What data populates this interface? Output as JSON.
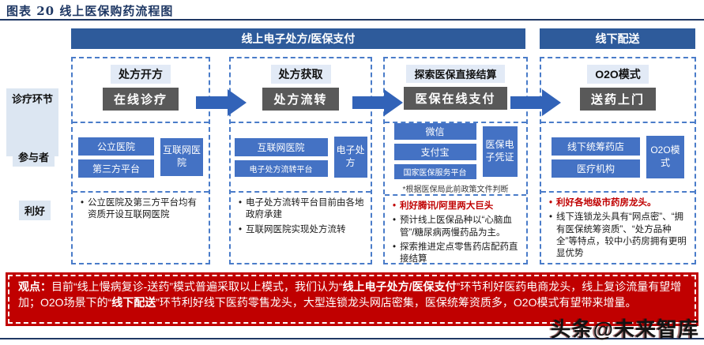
{
  "title": "图表 20  线上医保购药流程图",
  "top_bars": {
    "online": "线上电子处方/医保支付",
    "offline": "线下配送"
  },
  "row_labels": {
    "stage": "诊疗环节",
    "participants": "参与者",
    "benefits": "利好"
  },
  "columns": [
    {
      "stage_header": "处方开方",
      "stage_dark": "在线诊疗",
      "participants_left": [
        "公立医院",
        "第三方平台"
      ],
      "participants_right": "互联网医院",
      "benefits": [
        {
          "text": "公立医院及第三方平台均有资质开设互联网医院",
          "emphasis": false
        }
      ]
    },
    {
      "stage_header": "处方获取",
      "stage_dark": "处方流转",
      "participants_left": [
        "互联网医院",
        "电子处方流转平台"
      ],
      "participants_right": "电子处方",
      "benefits": [
        {
          "text": "电子处方流转平台目前由各地政府承建",
          "emphasis": false
        },
        {
          "text": "互联网医院实现处方流转",
          "emphasis": false
        }
      ]
    },
    {
      "stage_header": "探索医保直接结算",
      "stage_dark": "医保在线支付",
      "participants_left": [
        "微信",
        "支付宝",
        "国家医保服务平台"
      ],
      "participants_right": "医保电子凭证",
      "footnote": "*根据医保局此前政策文件判断",
      "benefits": [
        {
          "text": "利好腾讯/阿里两大巨头",
          "emphasis": true
        },
        {
          "text": "预计线上医保品种以“心脑血管”/糖尿病两慢药品为主。",
          "emphasis": false
        },
        {
          "text": "探索推进定点零售药店配药直接结算",
          "emphasis": false
        }
      ]
    },
    {
      "stage_header": "O2O模式",
      "stage_dark": "送药上门",
      "participants_left": [
        "线下统筹药店",
        "医疗机构"
      ],
      "participants_right": "O2O模式",
      "benefits": [
        {
          "text": "利好各地级市药房龙头。",
          "emphasis": true
        },
        {
          "text": "线下连锁龙头具有“网点密”、“拥有医保统筹资质”、“处方品种全”等特点，较中小药房拥有更明显优势",
          "emphasis": false
        }
      ]
    }
  ],
  "bullet_char": "•",
  "banner": {
    "parts": [
      {
        "text": "观点：",
        "bold": true
      },
      {
        "text": "目前“线上慢病复诊-送药”模式普遍采取以上模式，我们认为“",
        "bold": false
      },
      {
        "text": "线上电子处方/医保支付",
        "bold": true
      },
      {
        "text": "”环节利好医药电商龙头，线上复诊流量有望增加；O2O场景下的“",
        "bold": false
      },
      {
        "text": "线下配送",
        "bold": true
      },
      {
        "text": "”环节利好线下医药零售龙头，大型连锁龙头网店密集，医保统筹资质多，O2O模式有望带来增量。",
        "bold": false
      }
    ]
  },
  "watermark": "头条@未来智库",
  "colors": {
    "navy": "#1F3864",
    "bar_blue": "#2E5B9B",
    "box_blue": "#4472C4",
    "dark_box_gray": "#595959",
    "label_bg": "#DCE6F2",
    "dashed_border_blue": "#4A7CC9",
    "arrow_blue": "#3263B8",
    "banner_red": "#C00000"
  }
}
